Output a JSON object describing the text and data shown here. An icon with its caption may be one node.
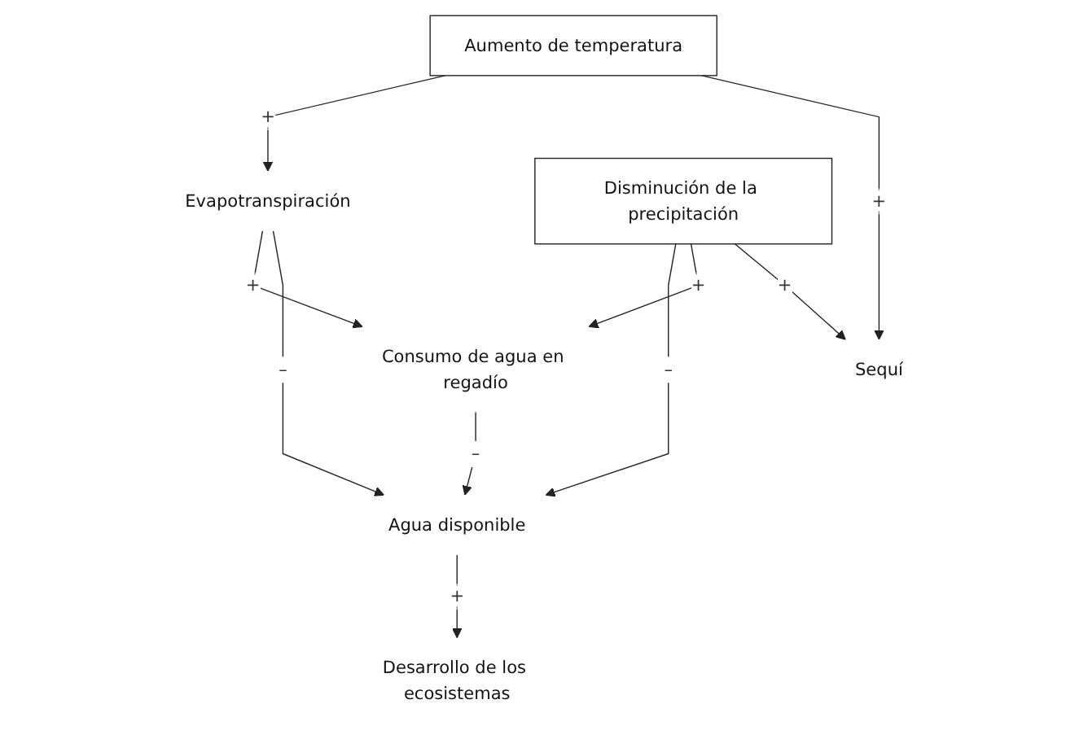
{
  "diagram": {
    "nodes": [
      {
        "text": [
          "Aumento de temperatura"
        ]
      },
      {
        "text": [
          "Consumo de agua en regadío"
        ]
      },
      {
        "text": [
          "Evapotranspiración"
        ]
      },
      {
        "text": [
          "Desarrollo de los ecosistemas"
        ]
      },
      {
        "text": [
          "Agua disponible"
        ]
      },
      {
        "text": [
          "Sequí"
        ]
      },
      {
        "text": [
          "Disminución de la precipitación"
        ]
      }
    ],
    "edges": [
      {
        "from": 0,
        "to": 2,
        "arrow": "to",
        "label": "+"
      },
      {
        "from": 0,
        "to": 5,
        "arrow": "to",
        "label": "+"
      },
      {
        "from": 2,
        "to": 1,
        "arrow": "to",
        "label": "+"
      },
      {
        "from": 1,
        "to": 4,
        "arrow": "to",
        "label": "–"
      },
      {
        "from": 2,
        "to": 4,
        "arrow": "to",
        "label": "–"
      },
      {
        "from": 4,
        "to": 3,
        "arrow": "to",
        "label": "+"
      },
      {
        "from": 6,
        "to": 4,
        "arrow": "to",
        "label": "–"
      },
      {
        "from": 6,
        "to": 1,
        "arrow": "to",
        "label": "+"
      },
      {
        "from": 6,
        "to": 5,
        "arrow": "to",
        "label": "+"
      }
    ]
  }
}
